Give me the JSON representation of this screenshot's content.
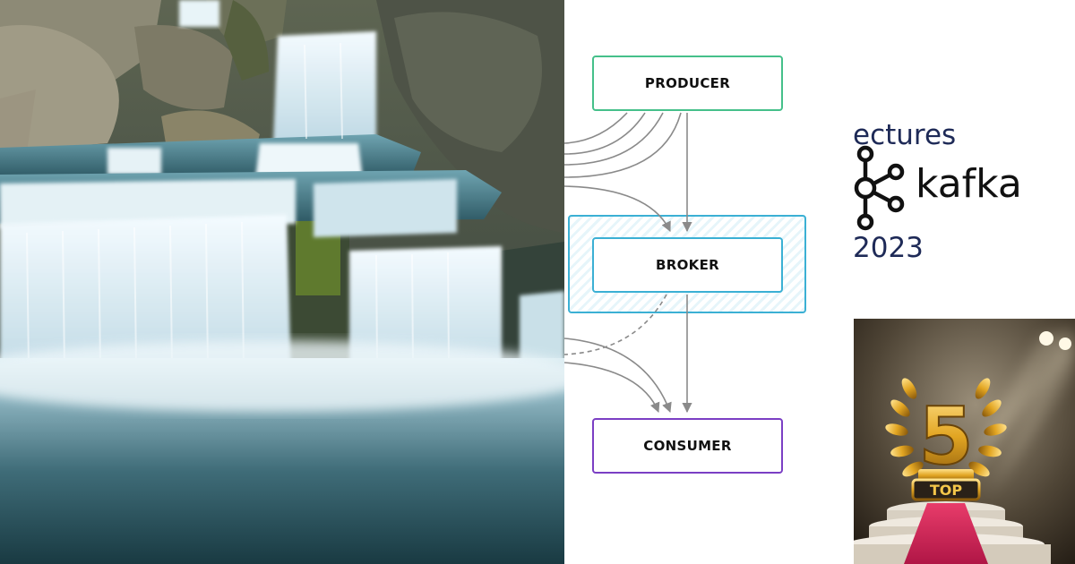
{
  "diagram": {
    "producer_label": "PRODUCER",
    "broker_label": "BROKER",
    "consumer_label": "CONSUMER",
    "colors": {
      "producer": "#45c08a",
      "broker": "#3bb0d4",
      "consumer": "#7b3fc4",
      "arrow": "#8a8a8a"
    }
  },
  "headline": {
    "line1": "ectures",
    "line2": "2023"
  },
  "kafka": {
    "wordmark": "kafka",
    "icon": "kafka-logo-icon"
  },
  "top5": {
    "number": "5",
    "label": "TOP"
  },
  "photo": {
    "subject": "waterfall"
  }
}
